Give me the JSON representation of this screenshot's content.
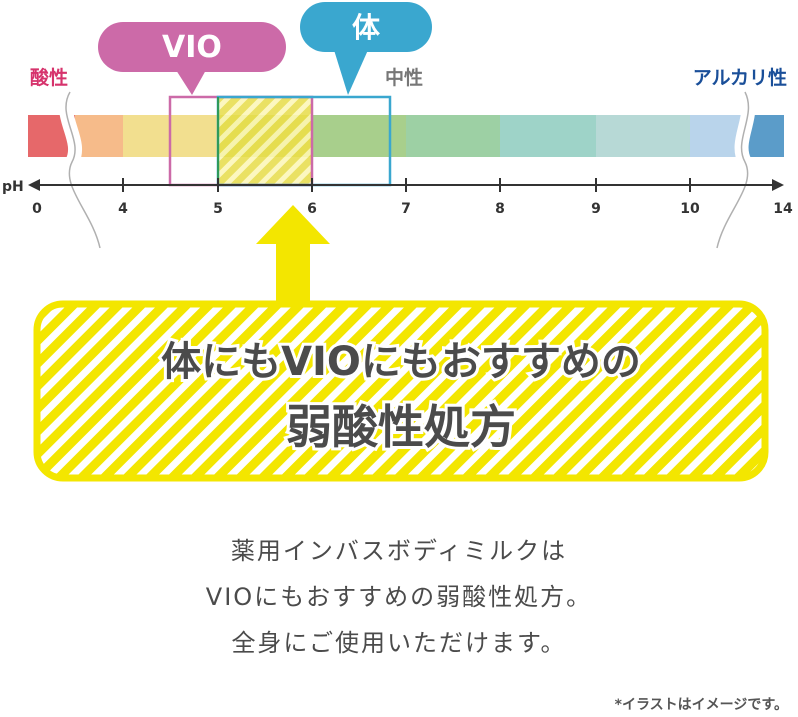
{
  "labels": {
    "acid": "酸性",
    "neutral": "中性",
    "alkaline": "アルカリ性",
    "ph": "pH",
    "vio": "VIO",
    "body": "体"
  },
  "ticks": [
    "0",
    "4",
    "5",
    "6",
    "7",
    "8",
    "9",
    "10",
    "14"
  ],
  "headline": {
    "line1": "体にもVIOにもおすすめの",
    "line2": "弱酸性処方"
  },
  "caption": {
    "line1": "薬用インバスボディミルクは",
    "line2": "VIOにもおすすめの弱酸性処方。",
    "line3": "全身にご使用いただけます。"
  },
  "note": "*イラストはイメージです。",
  "colors": {
    "acid": "#d6336c",
    "neutral": "#777777",
    "alkaline": "#1a4f99",
    "vio": "#cc6aa8",
    "body": "#3aa7cf",
    "highlight": "#f3e600",
    "text": "#4b4b4b",
    "spectrum": [
      "#e6686a",
      "#f6bb8a",
      "#f2df8f",
      "#dce07e",
      "#a8cf8c",
      "#9dd0a4",
      "#9ed3c8",
      "#b7d9d6",
      "#b9d4eb",
      "#5b9cc9"
    ]
  }
}
